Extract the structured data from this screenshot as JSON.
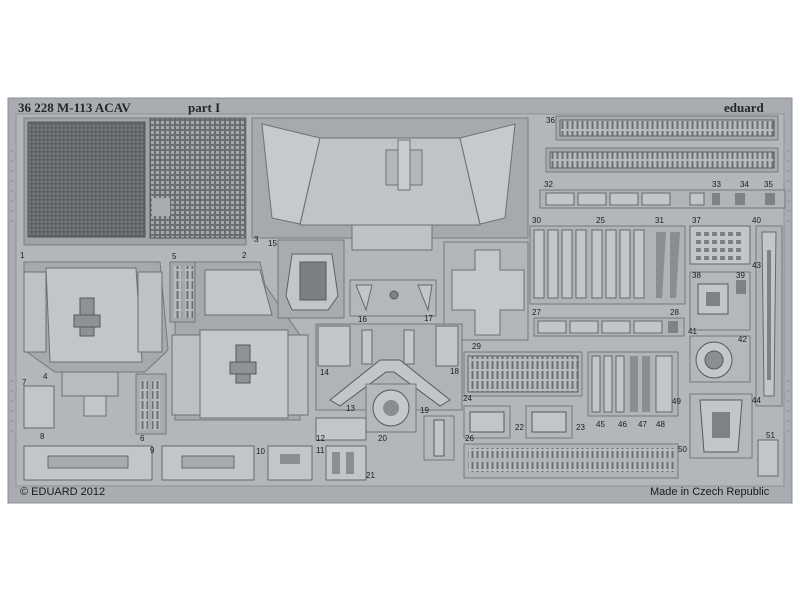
{
  "sheet": {
    "title": "36 228 M-113 ACAV",
    "part": "part I",
    "brand": "eduard",
    "copyright": "© EDUARD 2012",
    "origin": "Made in Czech Republic"
  },
  "colors": {
    "background": "#ffffff",
    "fret_metal": "#a9adb1",
    "part_face": "#c3c7cb",
    "part_edge": "#6f7377",
    "dark_mesh": "#5b5f63"
  },
  "part_numbers": [
    "1",
    "2",
    "3",
    "4",
    "5",
    "6",
    "7",
    "8",
    "9",
    "10",
    "11",
    "12",
    "13",
    "14",
    "15",
    "16",
    "17",
    "18",
    "19",
    "20",
    "21",
    "22",
    "23",
    "24",
    "25",
    "26",
    "27",
    "28",
    "29",
    "30",
    "31",
    "32",
    "33",
    "34",
    "35",
    "36",
    "37",
    "38",
    "39",
    "40",
    "41",
    "42",
    "43",
    "44",
    "45",
    "46",
    "47",
    "48",
    "49",
    "50",
    "51"
  ]
}
